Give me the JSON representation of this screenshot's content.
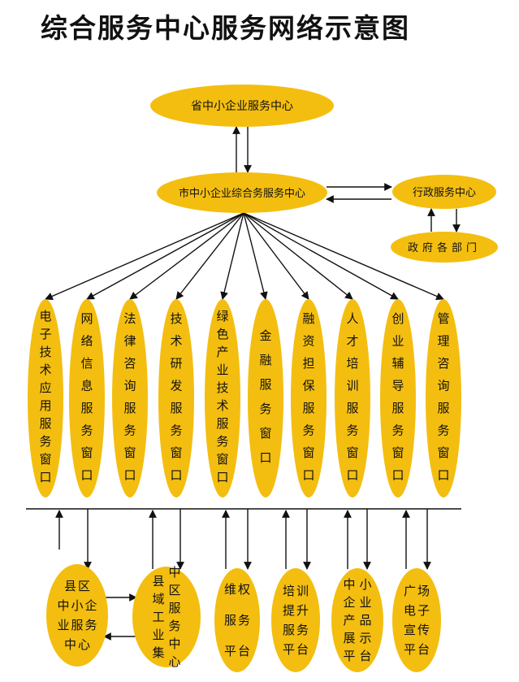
{
  "title": "综合服务中心服务网络示意图",
  "colors": {
    "node_fill": "#F4BE10",
    "line": "#111111",
    "text": "#111111"
  },
  "nodes": {
    "provincial_center": "省中小企业服务中心",
    "city_center": "市中小企业综合务服务中心",
    "admin_center": "行政服务中心",
    "gov_departments": "政府各部门"
  },
  "service_windows": [
    "电子技术应用服务窗口",
    "网络信息服务窗口",
    "法律咨询服务窗口",
    "技术研发服务窗口",
    "绿色产业技术服务窗口",
    "金融服务窗口",
    "融资担保服务窗口",
    "人才培训服务窗口",
    "创业辅导服务窗口",
    "管理咨询服务窗口"
  ],
  "platforms": [
    "县区中小企业服务中心",
    "县域工业集中区服务中心",
    "维权服务平台",
    "培训提升服务平台",
    "中小企业产品展示平台",
    "广场电子宣传平台"
  ]
}
